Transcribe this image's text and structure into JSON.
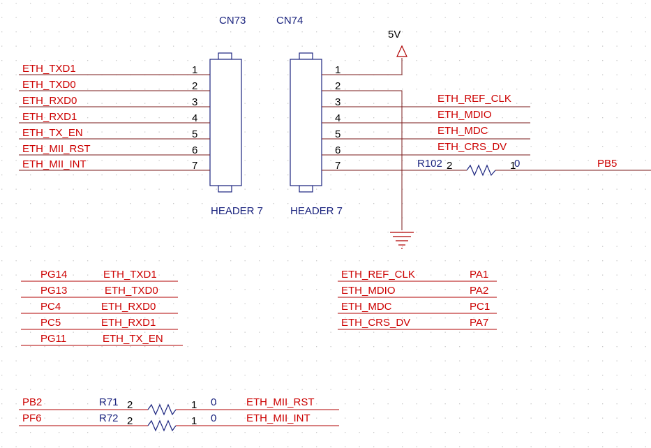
{
  "connectors": [
    {
      "ref": "CN73",
      "value": "HEADER 7",
      "pins": [
        "1",
        "2",
        "3",
        "4",
        "5",
        "6",
        "7"
      ],
      "nets": [
        "ETH_TXD1",
        "ETH_TXD0",
        "ETH_RXD0",
        "ETH_RXD1",
        "ETH_TX_EN",
        "ETH_MII_RST",
        "ETH_MII_INT"
      ]
    },
    {
      "ref": "CN74",
      "value": "HEADER 7",
      "pins": [
        "1",
        "2",
        "3",
        "4",
        "5",
        "6",
        "7"
      ],
      "nets": [
        "",
        "",
        "ETH_REF_CLK",
        "ETH_MDIO",
        "ETH_MDC",
        "ETH_CRS_DV",
        ""
      ]
    }
  ],
  "power": {
    "label": "5V"
  },
  "r102": {
    "ref": "R102",
    "pin_left": "2",
    "pin_right": "1",
    "value": "0",
    "net": "PB5"
  },
  "pin_map_left": [
    {
      "port": "PG14",
      "net": "ETH_TXD1"
    },
    {
      "port": "PG13",
      "net": "ETH_TXD0"
    },
    {
      "port": "PC4",
      "net": "ETH_RXD0"
    },
    {
      "port": "PC5",
      "net": "ETH_RXD1"
    },
    {
      "port": "PG11",
      "net": "ETH_TX_EN"
    }
  ],
  "pin_map_right": [
    {
      "net": "ETH_REF_CLK",
      "port": "PA1"
    },
    {
      "net": "ETH_MDIO",
      "port": "PA2"
    },
    {
      "net": "ETH_MDC",
      "port": "PC1"
    },
    {
      "net": "ETH_CRS_DV",
      "port": "PA7"
    }
  ],
  "resistors": [
    {
      "port": "PB2",
      "ref": "R71",
      "pin_left": "2",
      "pin_right": "1",
      "value": "0",
      "net": "ETH_MII_RST"
    },
    {
      "port": "PF6",
      "ref": "R72",
      "pin_left": "2",
      "pin_right": "1",
      "value": "0",
      "net": "ETH_MII_INT"
    }
  ],
  "colors": {
    "net_label": "#cc0000",
    "wire": "#b00000",
    "component": "#1a237e",
    "pin_number": "#000000",
    "grid_dot": "#c8c8c8"
  }
}
